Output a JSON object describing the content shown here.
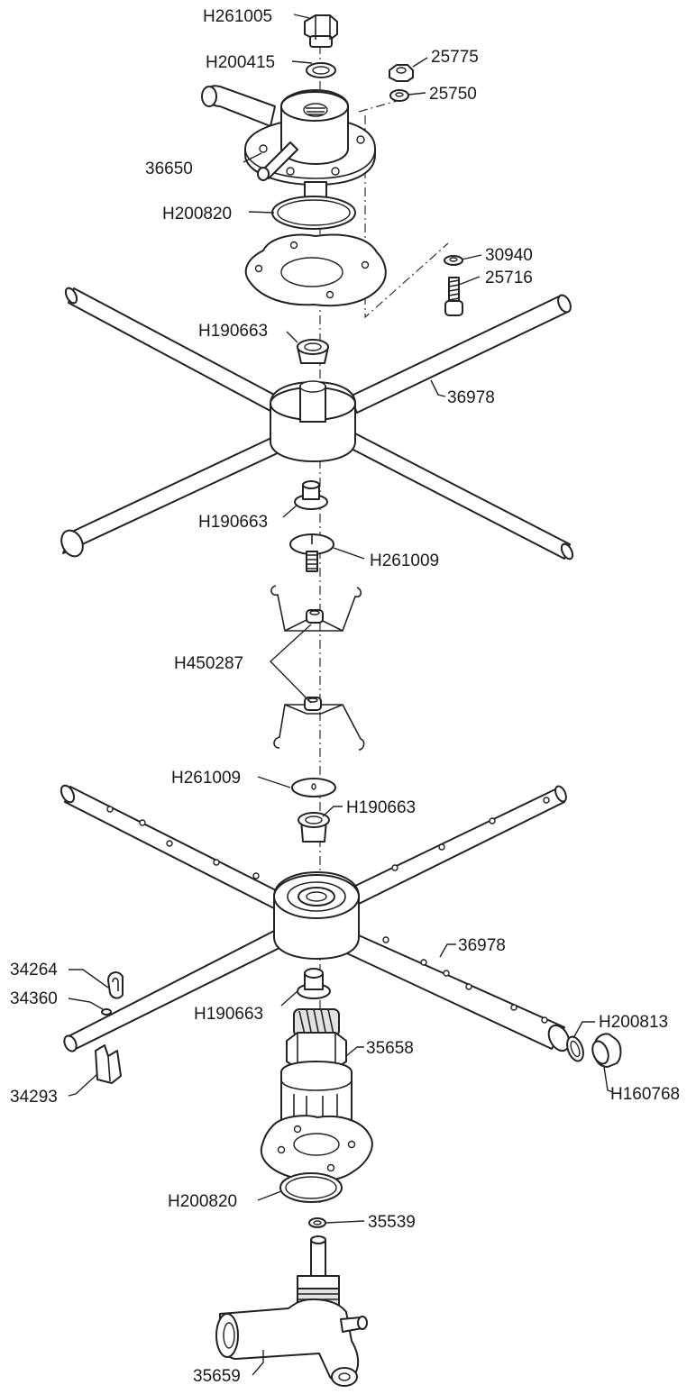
{
  "labels": {
    "h261005_top": "H261005",
    "h200415": "H200415",
    "p25775": "25775",
    "p25750": "25750",
    "p36650": "36650",
    "h200820_top": "H200820",
    "p30940": "30940",
    "p25716": "25716",
    "h190663_a": "H190663",
    "p36978_upper": "36978",
    "h190663_b": "H190663",
    "h261009_a": "H261009",
    "h450287": "H450287",
    "h261009_b": "H261009",
    "h190663_c": "H190663",
    "p36978_lower": "36978",
    "p34264": "34264",
    "p34360": "34360",
    "h190663_d": "H190663",
    "h200813": "H200813",
    "p35658": "35658",
    "h160768": "H160768",
    "p34293": "34293",
    "h200820_bottom": "H200820",
    "p35539": "35539",
    "p35659": "35659"
  },
  "colors": {
    "line": "#222222",
    "fill": "#ffffff",
    "shade": "#e2e2e2"
  }
}
